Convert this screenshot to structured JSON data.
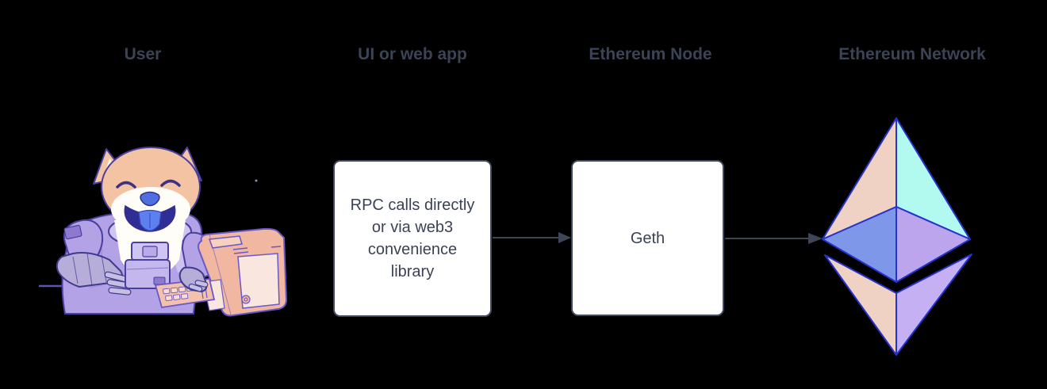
{
  "columns": [
    {
      "id": "user",
      "label": "User"
    },
    {
      "id": "web-app",
      "label": "UI or web app"
    },
    {
      "id": "ethereum-node",
      "label": "Ethereum Node"
    },
    {
      "id": "ethereum-network",
      "label": "Ethereum Network"
    }
  ],
  "nodes": {
    "web_app_box": {
      "text": "RPC calls directly or via web3 convenience library",
      "lines": [
        "RPC calls directly",
        "or via web3",
        "convenience",
        "library"
      ]
    },
    "geth_box": {
      "text": "Geth"
    }
  },
  "connectors": [
    {
      "from": "web_app_box",
      "to": "geth_box",
      "style": "solid-arrow-right"
    },
    {
      "from": "geth_box",
      "to": "ethereum-network",
      "style": "solid-arrow-right"
    }
  ],
  "illustrations": {
    "user": "doge-astronaut-at-retro-computer",
    "ethereum_network": "ethereum-diamond-logo"
  },
  "colors": {
    "background": "#000000",
    "heading_text": "#3b4454",
    "box_background": "#ffffff",
    "box_border": "#414a5c",
    "box_text": "#3a4254",
    "arrow": "#3e4758",
    "eth_outline": "#2633cc",
    "eth_peach": "#f0d2c5",
    "eth_cyan": "#b2f9f0",
    "eth_blue": "#7f97e8",
    "eth_purple": "#bda5ee",
    "eth_purple_light": "#c6b0f4",
    "doge_fur": "#f4c3a3",
    "doge_tongue": "#5c80f0",
    "suit_purple": "#b3a2e6",
    "computer_peach": "#f1b7a1",
    "desk_line": "#5b54b0"
  }
}
